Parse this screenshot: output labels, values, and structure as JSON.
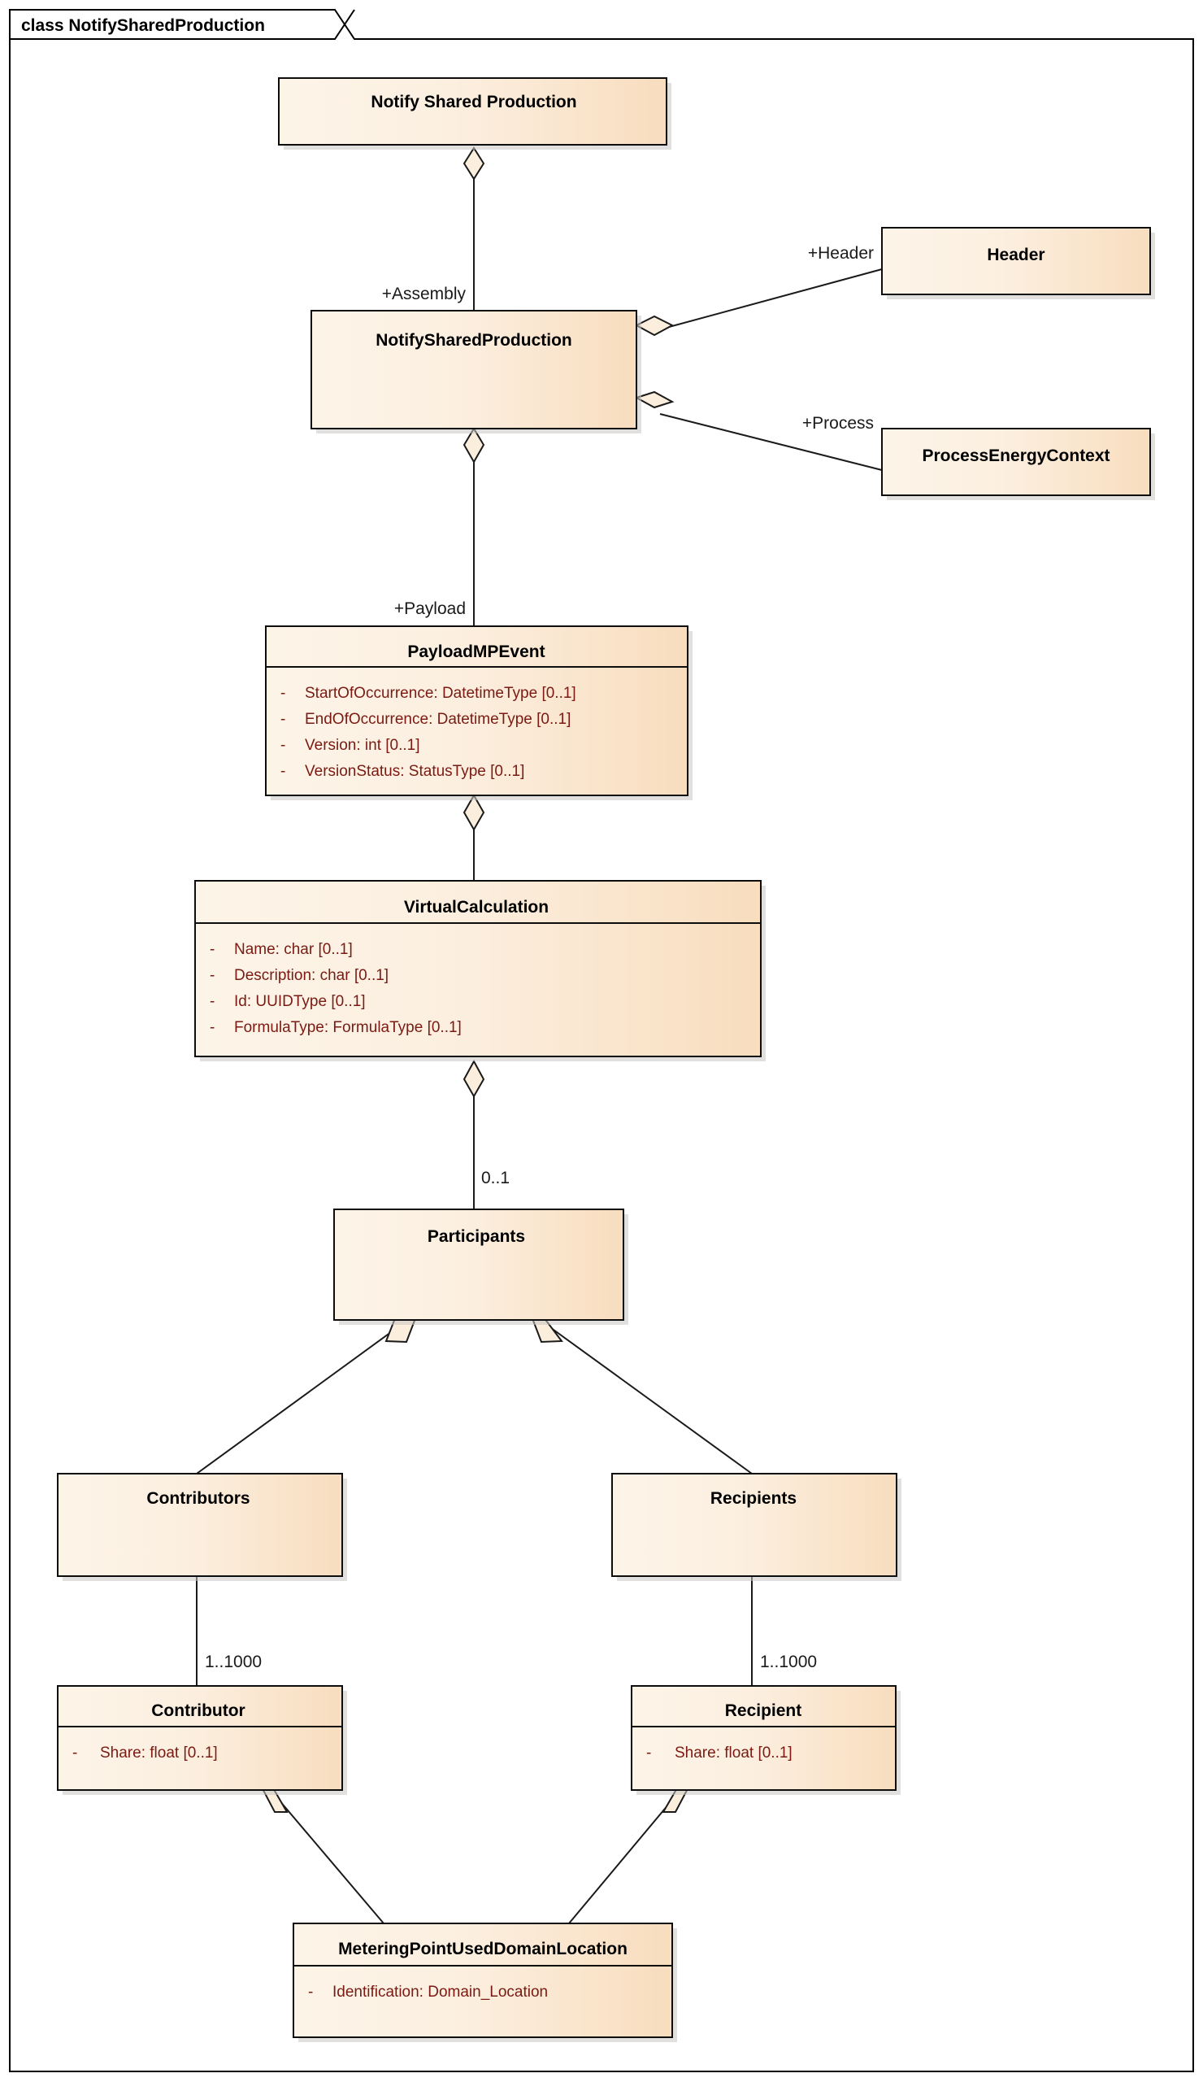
{
  "frame": {
    "label": "class NotifySharedProduction"
  },
  "colors": {
    "fill_left": "#fdf3e6",
    "fill_right": "#f9e0c3",
    "border": "#0d0d0d",
    "attribute_text": "#7a1a12",
    "title_text": "#000000",
    "connector": "#1a1a1a",
    "background": "#ffffff"
  },
  "classes": [
    {
      "id": "notify-shared-production-root",
      "name": "Notify Shared Production",
      "attributes": []
    },
    {
      "id": "notify-shared-production",
      "name": "NotifySharedProduction",
      "attributes": []
    },
    {
      "id": "header",
      "name": "Header",
      "attributes": []
    },
    {
      "id": "process-energy-context",
      "name": "ProcessEnergyContext",
      "attributes": []
    },
    {
      "id": "payload-mp-event",
      "name": "PayloadMPEvent",
      "attributes": [
        {
          "visibility": "-",
          "text": "StartOfOccurrence: DatetimeType [0..1]"
        },
        {
          "visibility": "-",
          "text": "EndOfOccurrence: DatetimeType [0..1]"
        },
        {
          "visibility": "-",
          "text": "Version: int [0..1]"
        },
        {
          "visibility": "-",
          "text": "VersionStatus: StatusType [0..1]"
        }
      ]
    },
    {
      "id": "virtual-calculation",
      "name": "VirtualCalculation",
      "attributes": [
        {
          "visibility": "-",
          "text": "Name: char [0..1]"
        },
        {
          "visibility": "-",
          "text": "Description: char [0..1]"
        },
        {
          "visibility": "-",
          "text": "Id: UUIDType [0..1]"
        },
        {
          "visibility": "-",
          "text": "FormulaType: FormulaType [0..1]"
        }
      ]
    },
    {
      "id": "participants",
      "name": "Participants",
      "attributes": []
    },
    {
      "id": "contributors",
      "name": "Contributors",
      "attributes": []
    },
    {
      "id": "recipients",
      "name": "Recipients",
      "attributes": []
    },
    {
      "id": "contributor",
      "name": "Contributor",
      "attributes": [
        {
          "visibility": "-",
          "text": "Share: float [0..1]"
        }
      ]
    },
    {
      "id": "recipient",
      "name": "Recipient",
      "attributes": [
        {
          "visibility": "-",
          "text": "Share: float [0..1]"
        }
      ]
    },
    {
      "id": "metering-point-used-domain-location",
      "name": "MeteringPointUsedDomainLocation",
      "attributes": [
        {
          "visibility": "-",
          "text": "Identification: Domain_Location"
        }
      ]
    }
  ],
  "edge_labels": {
    "assembly": "+Assembly",
    "header": "+Header",
    "process": "+Process",
    "payload": "+Payload",
    "participants_multiplicity": "0..1",
    "contributor_multiplicity": "1..1000",
    "recipient_multiplicity": "1..1000"
  }
}
